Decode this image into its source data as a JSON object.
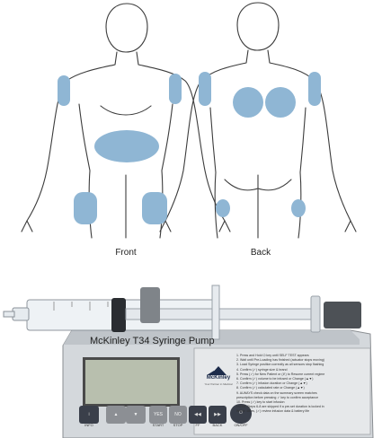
{
  "captions": {
    "front": "Front",
    "back": "Back"
  },
  "pump": {
    "title": "McKinley T34 Syringe Pump",
    "brand": "McKinley",
    "brand_tagline": "Your Partner in Medical",
    "keys": [
      {
        "glyph": "i",
        "sub": "INFO"
      },
      {
        "glyph": "▲",
        "sub": ""
      },
      {
        "glyph": "▼",
        "sub": ""
      },
      {
        "glyph": "YES",
        "sub": "START"
      },
      {
        "glyph": "NO",
        "sub": "STOP"
      },
      {
        "glyph": "◀◀",
        "sub": "FF"
      },
      {
        "glyph": "▶▶",
        "sub": "BACK"
      },
      {
        "glyph": "⏻",
        "sub": "ON/OFF"
      }
    ],
    "instructions": [
      "1. Press and Hold ⏻ key until SELF TEST appears",
      "2. Wait until Pre-Loading has finished (actuator stops moving)",
      "3. Load Syringe position correctly as all sensors stop flashing",
      "4. Confirm (✓) syringe size & brand",
      "5. Press (✓) for New Patient or (✗) to Resume current regime",
      "6. Confirm (✓) volume to be infused or Change (▲▼)",
      "7. Confirm (✓) infusion duration or Change (▲▼)",
      "8. Confirm (✓) calculated rate or Change (▲▼)",
      "9. ALWAYS check data on the summary screen matches",
      "   prescription before pressing ✓ key to confirm acceptance",
      "10. Press (✓) key to start infusion",
      "NOTE: Steps 6-8 are skipped if a pre-set duration is locked in",
      "Within 48hrs, (✓) review infusion data & battery life"
    ]
  },
  "colors": {
    "injection_site": "#8fb6d4",
    "outline": "#3c3c3c"
  }
}
